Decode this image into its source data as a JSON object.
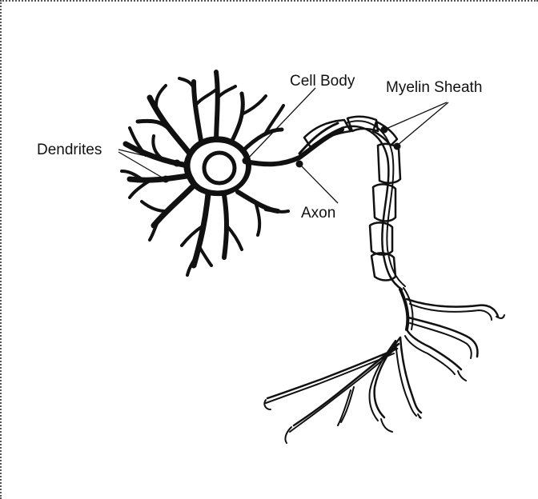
{
  "diagram": {
    "labels": {
      "cell_body": "Cell Body",
      "myelin_sheath": "Myelin Sheath",
      "dendrites": "Dendrites",
      "axon": "Axon"
    }
  }
}
